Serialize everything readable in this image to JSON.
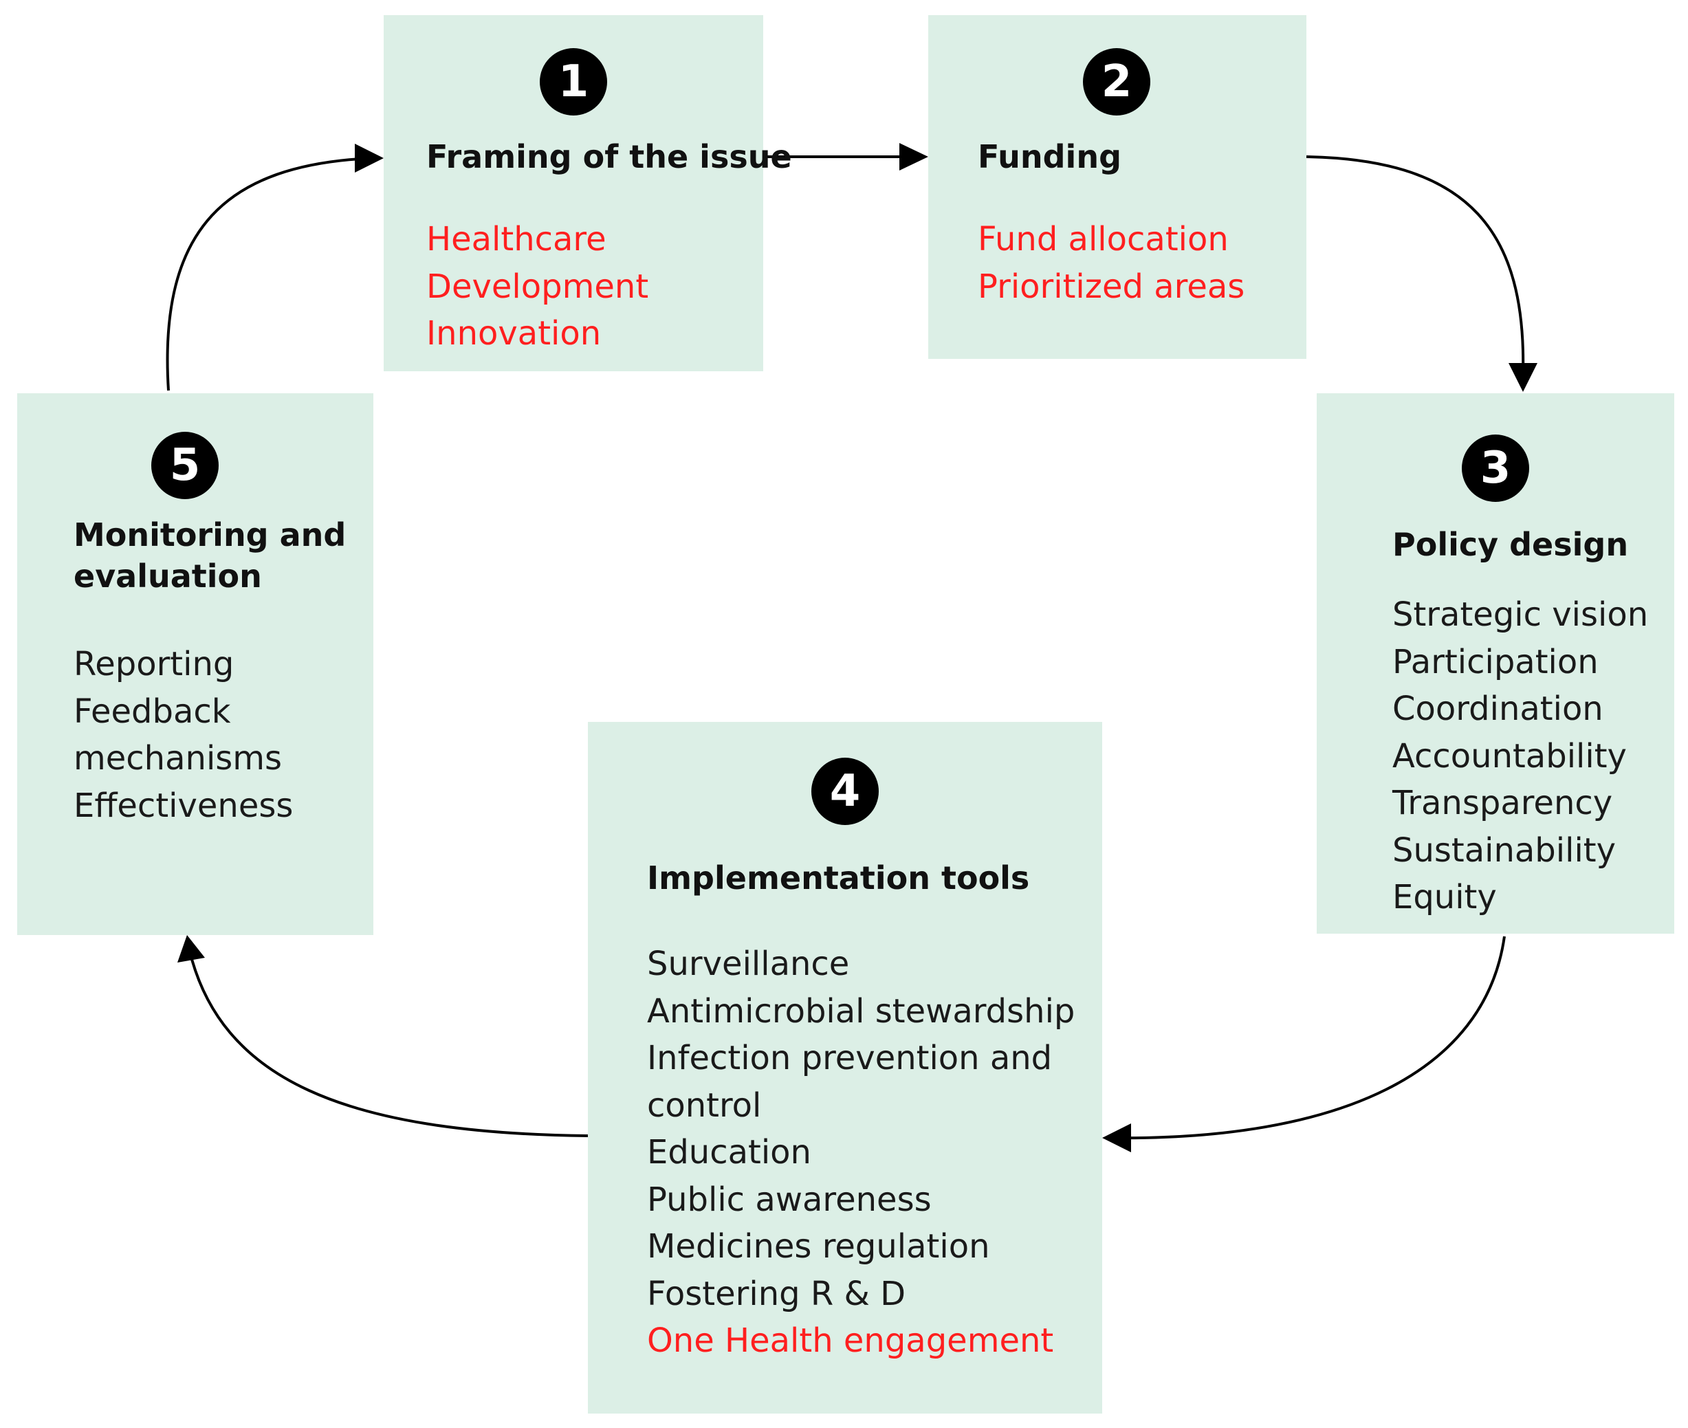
{
  "colors": {
    "box_fill": "#dcefe6",
    "highlight_text": "#ff1f1f",
    "badge": "#000000"
  },
  "steps": [
    {
      "number": "1",
      "title": "Framing of the issue",
      "items": [
        {
          "text": "Healthcare",
          "highlight": true
        },
        {
          "text": "Development",
          "highlight": true
        },
        {
          "text": "Innovation",
          "highlight": true
        }
      ]
    },
    {
      "number": "2",
      "title": "Funding",
      "items": [
        {
          "text": "Fund allocation",
          "highlight": true
        },
        {
          "text": "Prioritized areas",
          "highlight": true
        }
      ]
    },
    {
      "number": "3",
      "title": "Policy design",
      "items": [
        {
          "text": "Strategic vision",
          "highlight": false
        },
        {
          "text": "Participation",
          "highlight": false
        },
        {
          "text": "Coordination",
          "highlight": false
        },
        {
          "text": "Accountability",
          "highlight": false
        },
        {
          "text": "Transparency",
          "highlight": false
        },
        {
          "text": "Sustainability",
          "highlight": false
        },
        {
          "text": "Equity",
          "highlight": false
        }
      ]
    },
    {
      "number": "4",
      "title": "Implementation tools",
      "items": [
        {
          "text": "Surveillance",
          "highlight": false
        },
        {
          "text": "Antimicrobial stewardship",
          "highlight": false
        },
        {
          "text": "Infection prevention and",
          "highlight": false
        },
        {
          "text": "control",
          "highlight": false
        },
        {
          "text": "Education",
          "highlight": false
        },
        {
          "text": "Public awareness",
          "highlight": false
        },
        {
          "text": "Medicines regulation",
          "highlight": false
        },
        {
          "text": "Fostering R & D",
          "highlight": false
        },
        {
          "text": "One Health engagement",
          "highlight": true
        }
      ]
    },
    {
      "number": "5",
      "title_lines": [
        "Monitoring and",
        "evaluation"
      ],
      "items": [
        {
          "text": "Reporting",
          "highlight": false
        },
        {
          "text": "Feedback",
          "highlight": false
        },
        {
          "text": "mechanisms",
          "highlight": false
        },
        {
          "text": "Effectiveness",
          "highlight": false
        }
      ]
    }
  ]
}
